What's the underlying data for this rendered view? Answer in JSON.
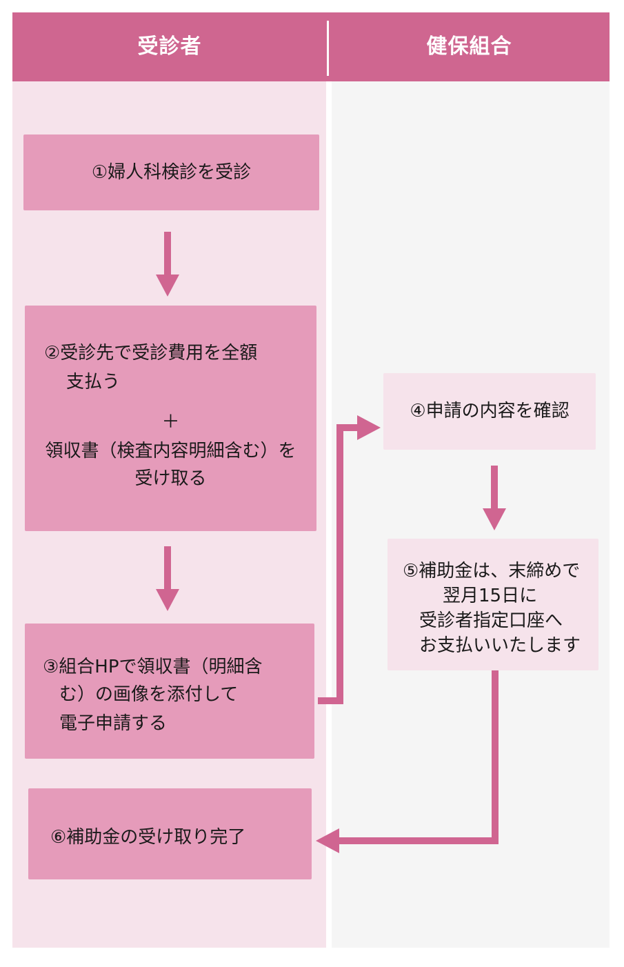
{
  "header": {
    "left_label": "受診者",
    "right_label": "健保組合"
  },
  "steps": {
    "step1": "①婦人科検診を受診",
    "step2_line1": "②受診先で受診費用を全額",
    "step2_line2": "支払う",
    "step2_plus": "＋",
    "step2_line3": "領収書（検査内容明細含む）を",
    "step2_line4": "受け取る",
    "step3_line1": "③組合HPで領収書（明細含",
    "step3_line2": "む）の画像を添付して",
    "step3_line3": "電子申請する",
    "step4": "④申請の内容を確認",
    "step5_line1": "⑤補助金は、末締めで",
    "step5_line2": "翌月15日に",
    "step5_line3": "受診者指定口座へ",
    "step5_line4": "お支払いいたします",
    "step6": "⑥補助金の受け取り完了"
  },
  "colors": {
    "header": "#cf6690",
    "arrow": "#d06591",
    "box_dark": "#e59bba",
    "box_light": "#f6e3eb",
    "lane_left": "#f6e3eb",
    "lane_right": "#f5f5f5"
  }
}
